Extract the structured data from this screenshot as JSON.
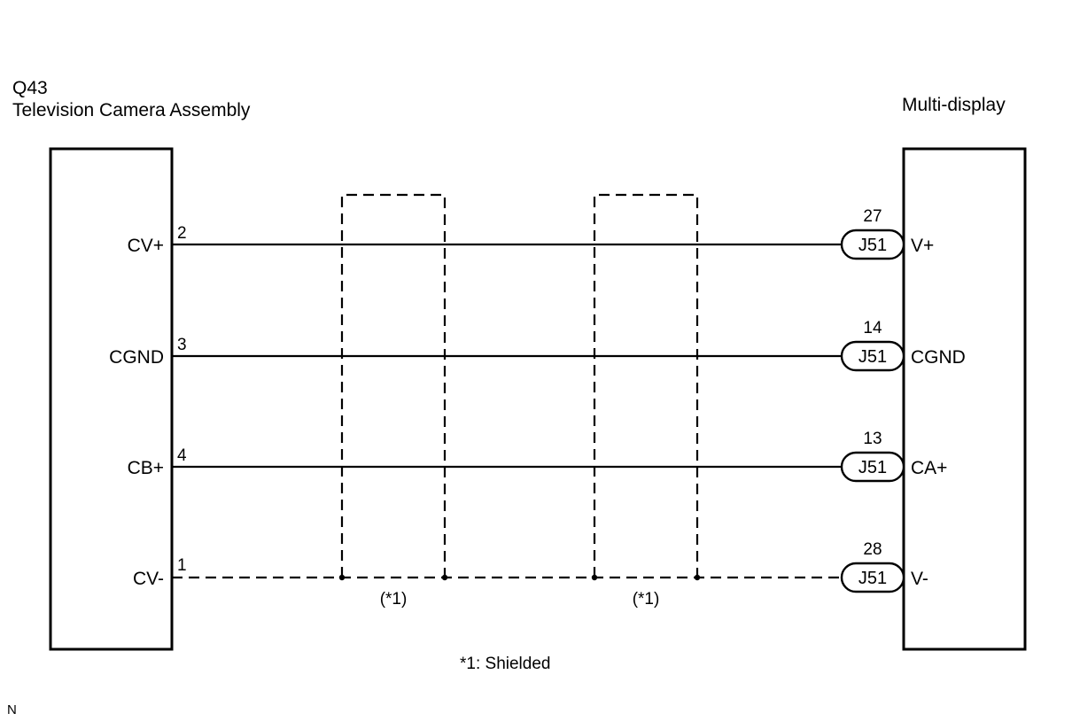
{
  "left_component": {
    "code": "Q43",
    "name": "Television Camera Assembly",
    "pins": [
      {
        "number": "2",
        "signal": "CV+"
      },
      {
        "number": "3",
        "signal": "CGND"
      },
      {
        "number": "4",
        "signal": "CB+"
      },
      {
        "number": "1",
        "signal": "CV-"
      }
    ]
  },
  "right_component": {
    "name": "Multi-display",
    "pins": [
      {
        "number": "27",
        "connector": "J51",
        "signal": "V+"
      },
      {
        "number": "14",
        "connector": "J51",
        "signal": "CGND"
      },
      {
        "number": "13",
        "connector": "J51",
        "signal": "CA+"
      },
      {
        "number": "28",
        "connector": "J51",
        "signal": "V-"
      }
    ]
  },
  "shield_labels": [
    "(*1)",
    "(*1)"
  ],
  "note": "*1: Shielded",
  "corner_mark": "N"
}
